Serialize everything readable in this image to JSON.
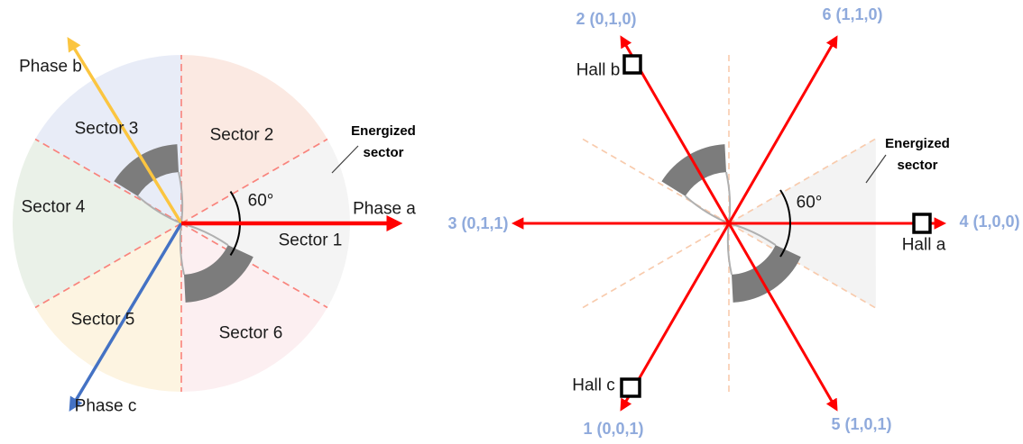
{
  "figure_left": {
    "phase_a": "Phase a",
    "phase_b": "Phase b",
    "phase_c": "Phase c",
    "sectors": [
      "Sector 1",
      "Sector 2",
      "Sector 3",
      "Sector 4",
      "Sector 5",
      "Sector 6"
    ],
    "angle": "60°",
    "energized": {
      "line1": "Energized",
      "line2": "sector"
    }
  },
  "figure_right": {
    "vectors": [
      {
        "label": "1 (0,0,1)"
      },
      {
        "label": "2 (0,1,0)"
      },
      {
        "label": "3 (0,1,1)"
      },
      {
        "label": "4 (1,0,0)"
      },
      {
        "label": "5 (1,0,1)"
      },
      {
        "label": "6 (1,1,0)"
      }
    ],
    "hall_a": "Hall a",
    "hall_b": "Hall b",
    "hall_c": "Hall c",
    "angle": "60°",
    "energized": {
      "line1": "Energized",
      "line2": "sector"
    }
  },
  "colors": {
    "phase_arrow_red": "#FF0000",
    "phase_arrow_gold": "#FBC540",
    "phase_arrow_blue": "#4472C4",
    "vector_label_blue": "#8FAADC",
    "sector_divider_left": "#F9837C",
    "sector_divider_right": "#F8CBAD",
    "rotor_gray": "#7C7C7C",
    "rotor_edge_gray": "#B0B0B0",
    "energized_fill": "#F3F3F3",
    "sector_fills": [
      "#F4F4F4",
      "#FBE9E2",
      "#E8ECF7",
      "#EAF1E8",
      "#FDF4E1",
      "#FCEFF1"
    ]
  }
}
